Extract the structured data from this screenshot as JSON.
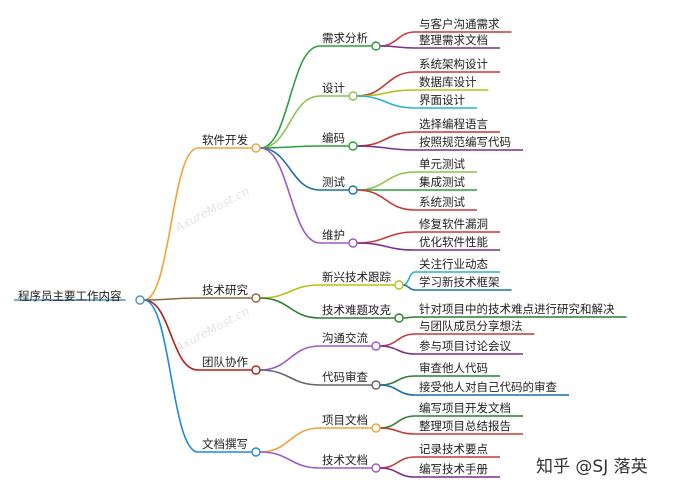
{
  "root": {
    "label": "程序员主要工作内容",
    "color": "#4a90c2"
  },
  "branches": [
    {
      "label": "软件开发",
      "color": "#f0a23c",
      "children": [
        {
          "label": "需求分析",
          "color": "#2e9e3e",
          "leaves": [
            {
              "label": "与客户沟通需求",
              "color": "#c63a3a"
            },
            {
              "label": "整理需求文档",
              "color": "#7b2f8c"
            }
          ]
        },
        {
          "label": "设计",
          "color": "#8bc34a",
          "leaves": [
            {
              "label": "系统架构设计",
              "color": "#c63a3a"
            },
            {
              "label": "数据库设计",
              "color": "#b5c21a"
            },
            {
              "label": "界面设计",
              "color": "#2bb3c9"
            }
          ]
        },
        {
          "label": "编码",
          "color": "#2e9e3e",
          "leaves": [
            {
              "label": "选择编程语言",
              "color": "#c63a3a"
            },
            {
              "label": "按照规范编写代码",
              "color": "#7b2f8c"
            }
          ]
        },
        {
          "label": "测试",
          "color": "#1e6fa8",
          "leaves": [
            {
              "label": "单元测试",
              "color": "#8bc34a"
            },
            {
              "label": "集成测试",
              "color": "#2e9e3e"
            },
            {
              "label": "系统测试",
              "color": "#c63a3a"
            }
          ]
        },
        {
          "label": "维护",
          "color": "#9c59c9",
          "leaves": [
            {
              "label": "修复软件漏洞",
              "color": "#c63a3a"
            },
            {
              "label": "优化软件性能",
              "color": "#7b2f8c"
            }
          ]
        }
      ]
    },
    {
      "label": "技术研究",
      "color": "#8a6a3a",
      "children": [
        {
          "label": "新兴技术跟踪",
          "color": "#b5c21a",
          "leaves": [
            {
              "label": "关注行业动态",
              "color": "#2bb3c9"
            },
            {
              "label": "学习新技术框架",
              "color": "#1e6fa8"
            }
          ]
        },
        {
          "label": "技术难题攻克",
          "color": "#2e7d32",
          "leaves": [
            {
              "label": "针对项目中的技术难点进行研究和解决",
              "color": "#2e7d32"
            }
          ]
        }
      ]
    },
    {
      "label": "团队协作",
      "color": "#b71c1c",
      "children": [
        {
          "label": "沟通交流",
          "color": "#9c59c9",
          "leaves": [
            {
              "label": "与团队成员分享想法",
              "color": "#c63a3a"
            },
            {
              "label": "参与项目讨论会议",
              "color": "#7b2f8c"
            }
          ]
        },
        {
          "label": "代码审查",
          "color": "#666666",
          "leaves": [
            {
              "label": "审查他人代码",
              "color": "#2e7d32"
            },
            {
              "label": "接受他人对自己代码的审查",
              "color": "#1e6fa8"
            }
          ]
        }
      ]
    },
    {
      "label": "文档撰写",
      "color": "#1e88e5",
      "children": [
        {
          "label": "项目文档",
          "color": "#f0a23c",
          "leaves": [
            {
              "label": "编写项目开发文档",
              "color": "#2e7d32"
            },
            {
              "label": "整理项目总结报告",
              "color": "#c63a3a"
            }
          ]
        },
        {
          "label": "技术文档",
          "color": "#9c59c9",
          "leaves": [
            {
              "label": "记录技术要点",
              "color": "#c63a3a"
            },
            {
              "label": "编写技术手册",
              "color": "#7b2f8c"
            }
          ]
        }
      ]
    }
  ],
  "watermark": "AxureMost.cn",
  "credit": "知乎 @SJ 落英"
}
